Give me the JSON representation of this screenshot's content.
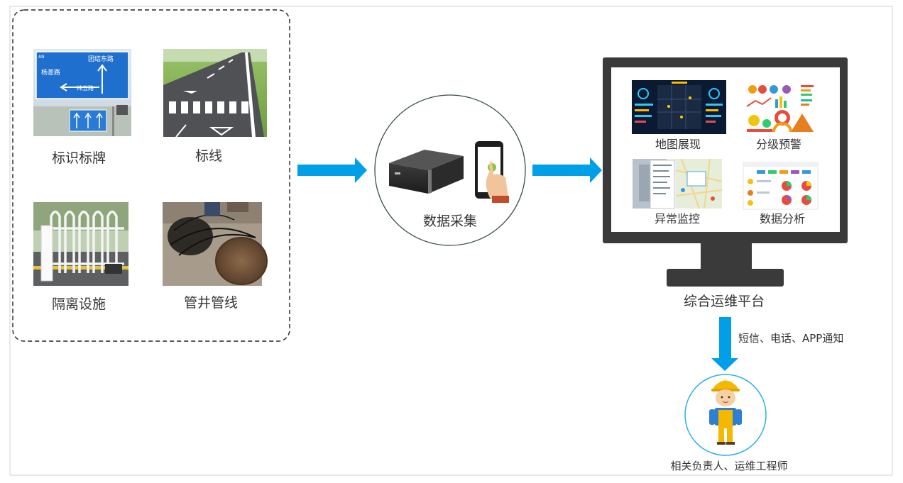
{
  "sources": {
    "items": [
      {
        "label": "标识标牌",
        "icon": "road-sign-photo"
      },
      {
        "label": "标线",
        "icon": "road-marking-photo"
      },
      {
        "label": "隔离设施",
        "icon": "guardrail-photo"
      },
      {
        "label": "管井管线",
        "icon": "manhole-photo"
      }
    ],
    "sign_texts": {
      "top": "团结东路",
      "left": "杨菱路",
      "bottom": "纬五路",
      "corner": "AN"
    }
  },
  "collect": {
    "label": "数据采集",
    "icons": [
      "gateway-device-icon",
      "smartphone-icon"
    ]
  },
  "platform": {
    "label": "综合运维平台",
    "modules": [
      {
        "label": "地图展现",
        "icon": "map-dashboard-thumbnail"
      },
      {
        "label": "分级预警",
        "icon": "alert-charts-thumbnail"
      },
      {
        "label": "异常监控",
        "icon": "monitor-thumbnail"
      },
      {
        "label": "数据分析",
        "icon": "analysis-thumbnail"
      }
    ]
  },
  "notify": {
    "label": "短信、电话、APP通知"
  },
  "personnel": {
    "label": "相关负责人、运维工程师",
    "icon": "engineer-icon"
  },
  "colors": {
    "arrow": "#00a0e9",
    "monitor": "#3a3a3a",
    "dashed": "#222222",
    "border": "#d0d0d0",
    "text": "#333333"
  }
}
